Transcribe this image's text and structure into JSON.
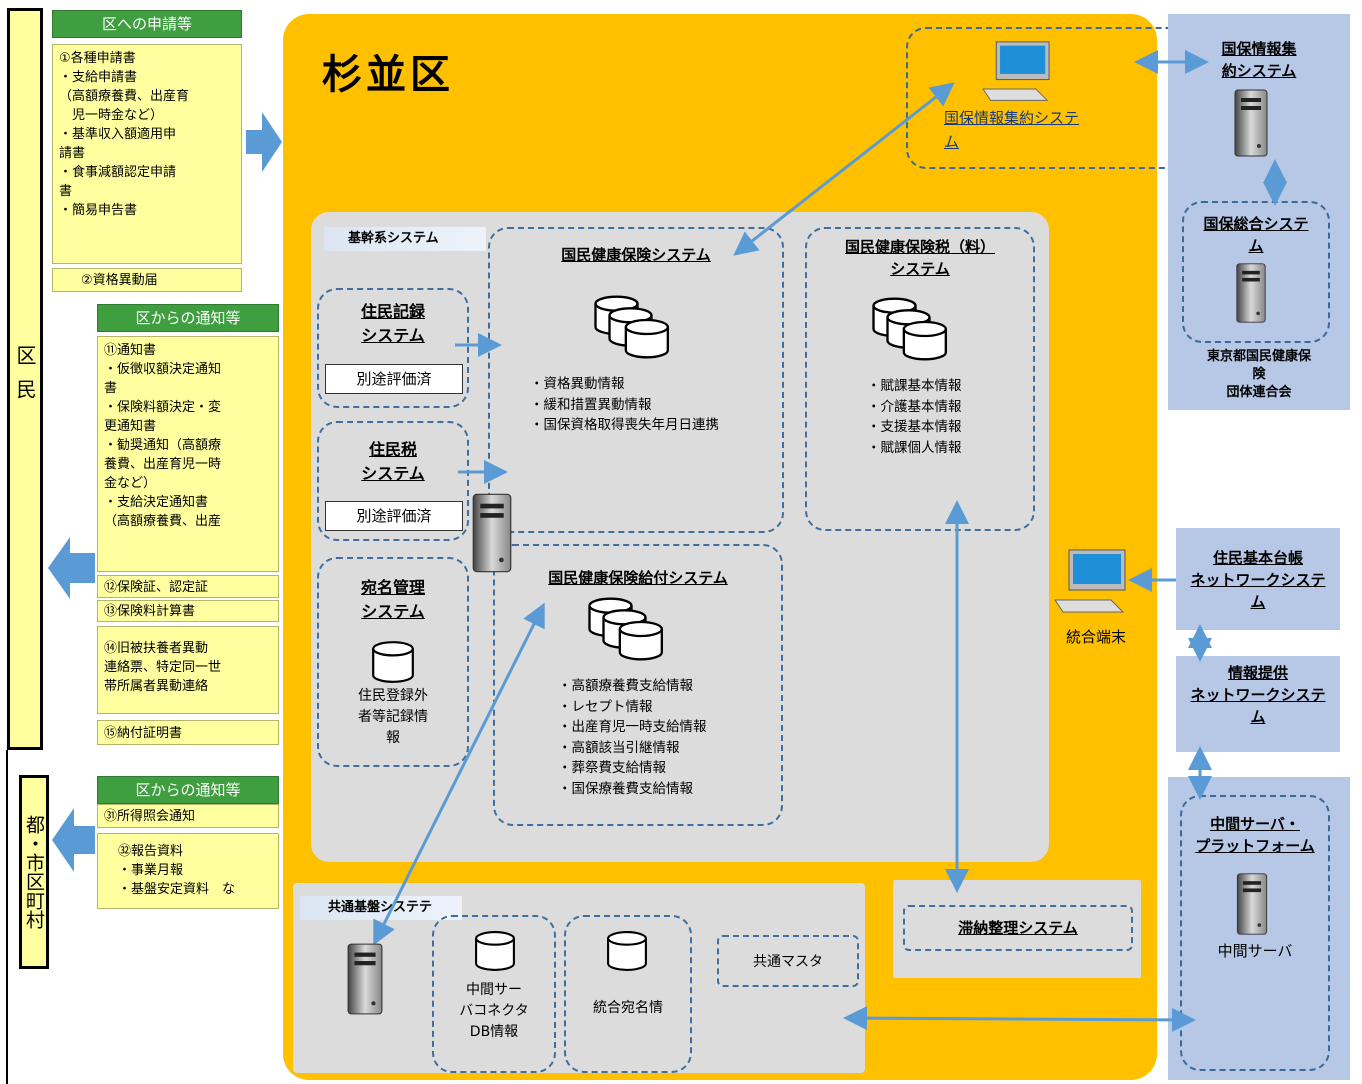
{
  "left_residents": "区民",
  "left_municipal": "都・市区町村",
  "req": {
    "header": "区への申請等",
    "items": [
      "①各種申請書",
      "・支給申請書",
      "（高額療養費、出産育",
      "　児一時金など）",
      "・基準収入額適用申",
      "請書",
      "・食事減額認定申請",
      "書",
      "・簡易申告書"
    ],
    "item2": "②資格異動届"
  },
  "notice1": {
    "header": "区からの通知等",
    "b11": [
      "⑪通知書",
      "・仮徴収額決定通知",
      "書",
      "・保険料額決定・変",
      "更通知書",
      "・勧奨通知（高額療",
      "養費、出産育児一時",
      "金など）",
      "・支給決定通知書",
      "（高額療養費、出産"
    ],
    "b12": "⑫保険証、認定証",
    "b13": "⑬保険料計算書",
    "b14": [
      "⑭旧被扶養者異動",
      "連絡票、特定同一世",
      "帯所属者異動連絡"
    ],
    "b15": "⑮納付証明書"
  },
  "notice2": {
    "header": "区からの通知等",
    "b31": "㉛所得照会通知",
    "b32": [
      "㉜報告資料",
      "・事業月報",
      "・基盤安定資料　な"
    ]
  },
  "main_title": "杉並区",
  "kokuho_client": [
    "国保情報集約システ",
    "ム"
  ],
  "kikan_tag": "基幹系システム",
  "jumin": {
    "title": [
      "住民記録",
      "システム"
    ],
    "tag": "別途評価済"
  },
  "juminzei": {
    "title": [
      "住民税",
      "システム"
    ],
    "tag": "別途評価済"
  },
  "atena": {
    "title": [
      "宛名管理",
      "システム"
    ],
    "body": [
      "住民登録外",
      "者等記録情",
      "報"
    ]
  },
  "nhi": {
    "title": "国民健康保険システム",
    "items": [
      "・資格異動情報",
      "・緩和措置異動情報",
      "・国保資格取得喪失年月日連携"
    ]
  },
  "tax": {
    "title": [
      "国民健康保険税（料）",
      "システム"
    ],
    "items": [
      "・賦課基本情報",
      "・介護基本情報",
      "・支援基本情報",
      "・賦課個人情報"
    ]
  },
  "benefit": {
    "title": "国民健康保険給付システム",
    "items": [
      "・高額療養費支給情報",
      "・レセプト情報",
      "・出産育児一時支給情報",
      "・高額該当引継情報",
      "・葬祭費支給情報",
      "・国保療養費支給情報"
    ]
  },
  "integrated_terminal": "統合端末",
  "common": {
    "tag": "共通基盤システテ",
    "chukan": [
      "中間サー",
      "バコネクタ",
      "DB情報"
    ],
    "togo": "統合宛名情",
    "master": "共通マスタ"
  },
  "tainou": "滞納整理システム",
  "right": {
    "kokuho_sys": [
      "国保情報集",
      "約システム"
    ],
    "sogo": [
      "国保総合システ",
      "ム"
    ],
    "rengokai": [
      "東京都国民健康保",
      "険",
      "団体連合会"
    ],
    "juki": [
      "住民基本台帳",
      "ネットワークシステ",
      "ム"
    ],
    "joho": [
      "情報提供",
      "ネットワークシステ",
      "ム"
    ],
    "mid": [
      "中間サーバ・",
      "プラットフォーム"
    ],
    "mid_label": "中間サーバ"
  }
}
